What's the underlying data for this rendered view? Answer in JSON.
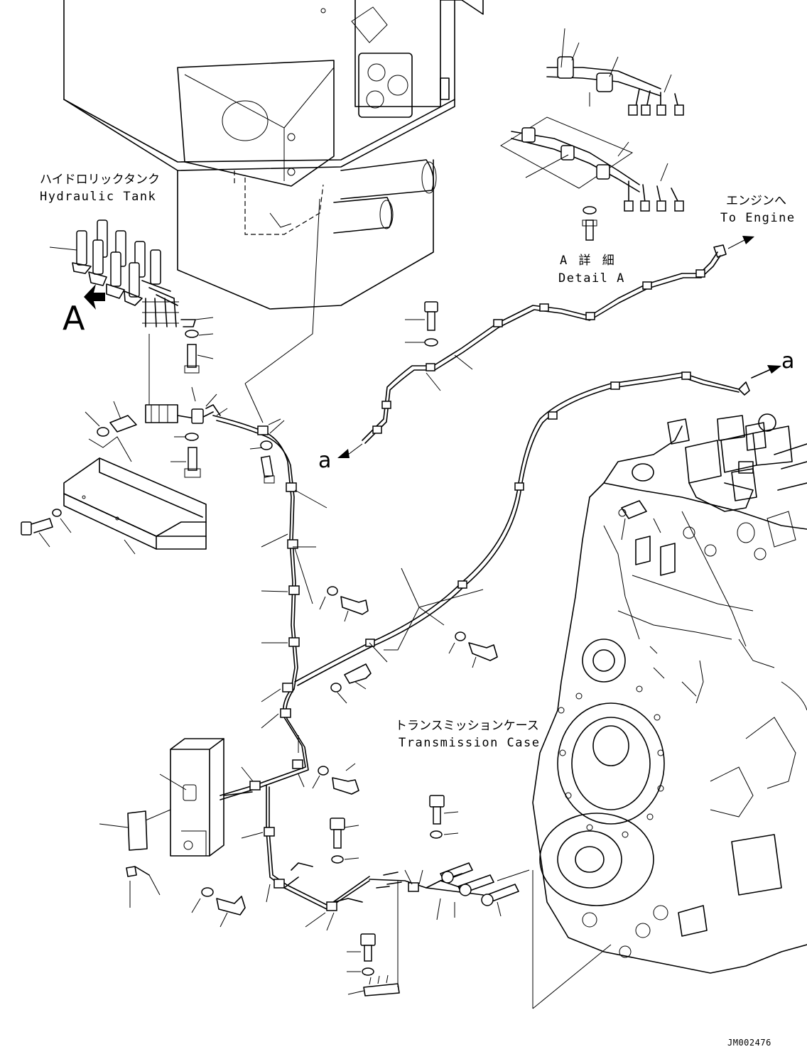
{
  "labels": {
    "hydraulic_tank_jp": "ハイドロリックタンク",
    "hydraulic_tank_en": "Hydraulic Tank",
    "to_engine_jp": "エンジンへ",
    "to_engine_en": "To Engine",
    "detail_a_jp": "A 詳 細",
    "detail_a_en": "Detail A",
    "transmission_case_jp": "トランスミッションケース",
    "transmission_case_en": "Transmission Case",
    "view_marker_a": "A",
    "connection_a_left": "a",
    "connection_a_right": "a",
    "drawing_number": "JM002476"
  },
  "colors": {
    "line": "#000000",
    "background": "#ffffff"
  }
}
